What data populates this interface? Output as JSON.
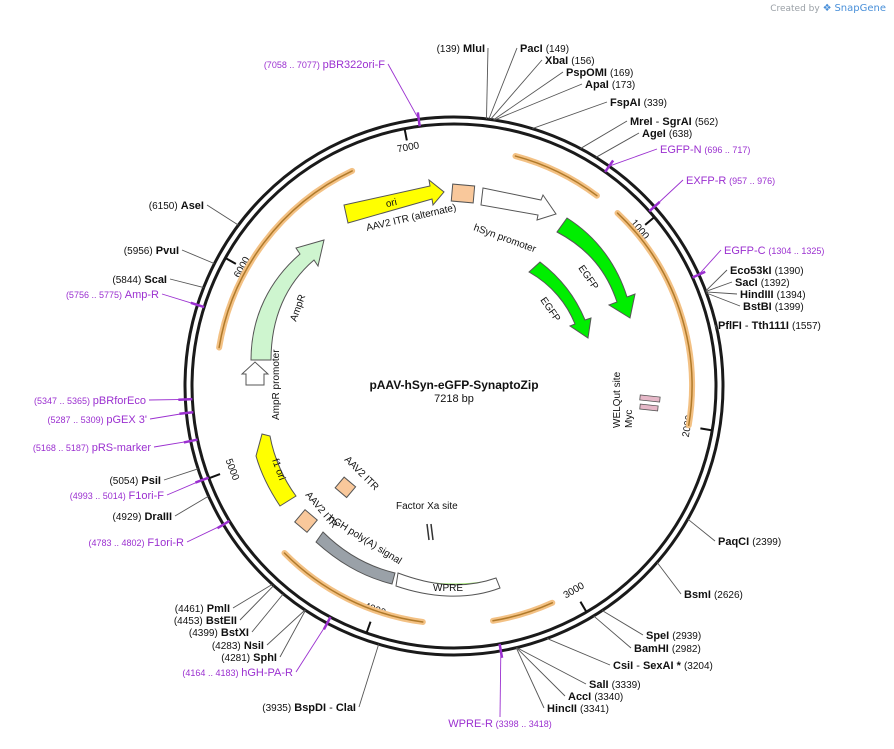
{
  "branding": {
    "created_by": "Created by",
    "product": "SnapGene"
  },
  "plasmid": {
    "name": "pAAV-hSyn-eGFP-SynaptoZip",
    "length_label": "7218 bp"
  },
  "ticks": [
    "1000",
    "2000",
    "3000",
    "4000",
    "5000",
    "6000",
    "7000"
  ],
  "enzymes": [
    {
      "name": "MluI",
      "pos": "(139)"
    },
    {
      "name": "PacI",
      "pos": "(149)"
    },
    {
      "name": "XbaI",
      "pos": "(156)"
    },
    {
      "name": "PspOMI",
      "pos": "(169)"
    },
    {
      "name": "ApaI",
      "pos": "(173)"
    },
    {
      "name": "FspAI",
      "pos": "(339)"
    },
    {
      "name": "MreI",
      "name2": "SgrAI",
      "pos": "(562)"
    },
    {
      "name": "AgeI",
      "pos": "(638)"
    },
    {
      "name": "Eco53kI",
      "pos": "(1390)"
    },
    {
      "name": "SacI",
      "pos": "(1392)"
    },
    {
      "name": "HindIII",
      "pos": "(1394)"
    },
    {
      "name": "BstBI",
      "pos": "(1399)"
    },
    {
      "name": "PflFI",
      "name2": "Tth111I",
      "pos": "(1557)"
    },
    {
      "name": "PaqCI",
      "pos": "(2399)"
    },
    {
      "name": "BsmI",
      "pos": "(2626)"
    },
    {
      "name": "SpeI",
      "pos": "(2939)"
    },
    {
      "name": "BamHI",
      "pos": "(2982)"
    },
    {
      "name": "CsiI",
      "name2": "SexAI *",
      "pos": "(3204)"
    },
    {
      "name": "SalI",
      "pos": "(3339)"
    },
    {
      "name": "AccI",
      "pos": "(3340)"
    },
    {
      "name": "HincII",
      "pos": "(3341)"
    },
    {
      "name": "BspDI",
      "name2": "ClaI",
      "pos": "(3935)"
    },
    {
      "name": "SphI",
      "pos": "(4281)"
    },
    {
      "name": "NsiI",
      "pos": "(4283)"
    },
    {
      "name": "BstXI",
      "pos": "(4399)"
    },
    {
      "name": "BstEII",
      "pos": "(4453)"
    },
    {
      "name": "PmlI",
      "pos": "(4461)"
    },
    {
      "name": "DraIII",
      "pos": "(4929)"
    },
    {
      "name": "PsiI",
      "pos": "(5054)"
    },
    {
      "name": "ScaI",
      "pos": "(5844)"
    },
    {
      "name": "PvuI",
      "pos": "(5956)"
    },
    {
      "name": "AseI",
      "pos": "(6150)"
    }
  ],
  "primers": [
    {
      "name": "pBR322ori-F",
      "range": "(7058 .. 7077)"
    },
    {
      "name": "EGFP-N",
      "range": "(696 .. 717)"
    },
    {
      "name": "EXFP-R",
      "range": "(957 .. 976)"
    },
    {
      "name": "EGFP-C",
      "range": "(1304 .. 1325)"
    },
    {
      "name": "WPRE-R",
      "range": "(3398 .. 3418)"
    },
    {
      "name": "hGH-PA-R",
      "range": "(4164 .. 4183)"
    },
    {
      "name": "F1ori-R",
      "range": "(4783 .. 4802)"
    },
    {
      "name": "F1ori-F",
      "range": "(4993 .. 5014)"
    },
    {
      "name": "pRS-marker",
      "range": "(5168 .. 5187)"
    },
    {
      "name": "pGEX 3'",
      "range": "(5287 .. 5309)"
    },
    {
      "name": "pBRforEco",
      "range": "(5347 .. 5365)"
    },
    {
      "name": "Amp-R",
      "range": "(5756 .. 5775)"
    }
  ],
  "features": [
    {
      "label": "ori"
    },
    {
      "label": "AAV2 ITR (alternate)"
    },
    {
      "label": "hSyn promoter"
    },
    {
      "label": "EGFP"
    },
    {
      "label": "EGFP"
    },
    {
      "label": "WELQut site"
    },
    {
      "label": "Myc"
    },
    {
      "label": "Factor Xa site"
    },
    {
      "label": "WPRE"
    },
    {
      "label": "hGH poly(A) signal"
    },
    {
      "label": "AAV2 ITR"
    },
    {
      "label": "AAV2 ITR"
    },
    {
      "label": "f1 ori"
    },
    {
      "label": "AmpR promoter"
    },
    {
      "label": "AmpR"
    }
  ],
  "colors": {
    "backbone": "#1a1a1a",
    "primer": "#9b30d0",
    "ori": "#ffff00",
    "itr": "#f9c89b",
    "egfp": "#00ee00",
    "ampr": "#cef5cf",
    "polya": "#9aa1a8",
    "orf": "#f3c184",
    "tag": "#e6b8c8"
  }
}
